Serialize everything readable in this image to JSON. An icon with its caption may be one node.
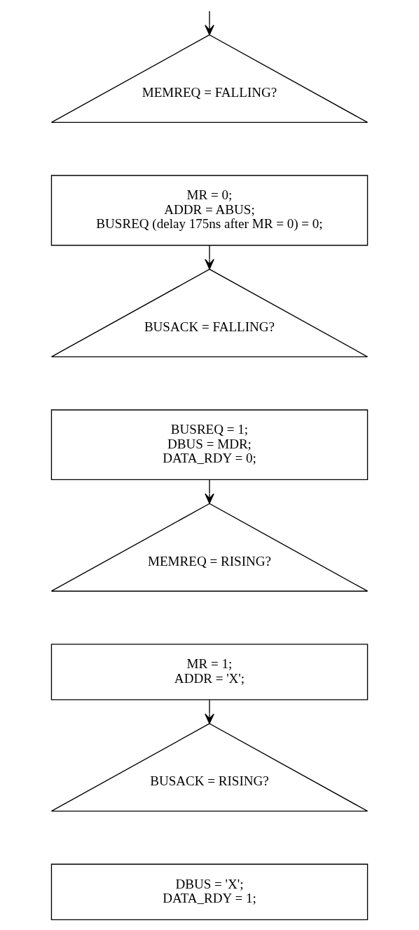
{
  "diagram": {
    "nodes": [
      {
        "text": [
          "MEMREQ = FALLING?"
        ]
      },
      {
        "text": [
          "MR = 0;",
          "ADDR = ABUS;",
          "BUSREQ (delay 175ns after MR = 0) = 0;"
        ]
      },
      {
        "text": [
          "BUSACK = FALLING?"
        ]
      },
      {
        "text": [
          "BUSREQ = 1;",
          "DBUS = MDR;",
          "DATA_RDY = 0;"
        ]
      },
      {
        "text": [
          "MEMREQ = RISING?"
        ]
      },
      {
        "text": [
          "MR = 1;",
          "ADDR = 'X';"
        ]
      },
      {
        "text": [
          "BUSACK = RISING?"
        ]
      },
      {
        "text": [
          "DBUS = 'X';",
          "DATA_RDY = 1;"
        ]
      }
    ],
    "edges": [
      {
        "from": null,
        "to": 0,
        "arrow": "to"
      },
      {
        "from": 1,
        "to": 2,
        "arrow": "to"
      },
      {
        "from": 3,
        "to": 4,
        "arrow": "to"
      },
      {
        "from": 5,
        "to": 6,
        "arrow": "to"
      }
    ]
  }
}
